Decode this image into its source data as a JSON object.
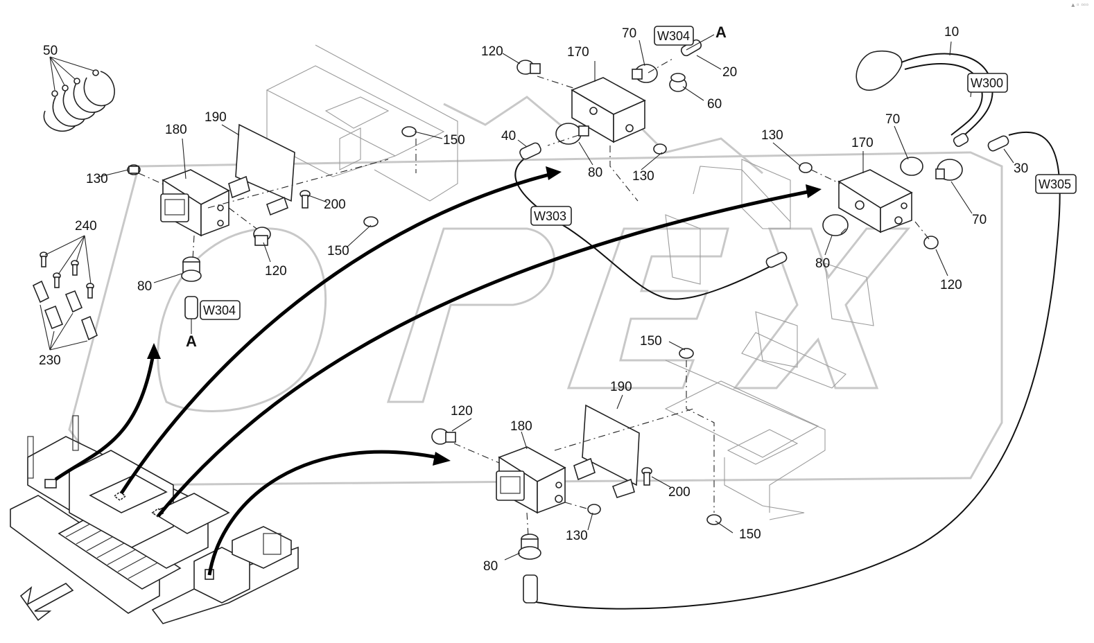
{
  "watermark": "OPEX",
  "corner_mark": "▴ ▫ ▫▫▫",
  "callouts": {
    "c50": "50",
    "c180a": "180",
    "c190a": "190",
    "c130a": "130",
    "c200a": "200",
    "c150a": "150",
    "c150b": "150",
    "c120a": "120",
    "c80a": "80",
    "c240": "240",
    "c230": "230",
    "c120b": "120",
    "c170a": "170",
    "c70a": "70",
    "c20": "20",
    "c60": "60",
    "c40": "40",
    "c80b": "80",
    "c130b": "130",
    "c10": "10",
    "c130c": "130",
    "c170b": "170",
    "c70b": "70",
    "c30": "30",
    "c70c": "70",
    "c80c": "80",
    "c120c": "120",
    "c150c": "150",
    "c190b": "190",
    "c120d": "120",
    "c180b": "180",
    "c200b": "200",
    "c130d": "130",
    "c150d": "150",
    "c80d": "80"
  },
  "wire_tags": {
    "w304a": "W304",
    "w304b": "W304",
    "w300": "W300",
    "w303": "W303",
    "w305": "W305"
  },
  "connection_marks": {
    "a1": "A",
    "a2": "A"
  }
}
